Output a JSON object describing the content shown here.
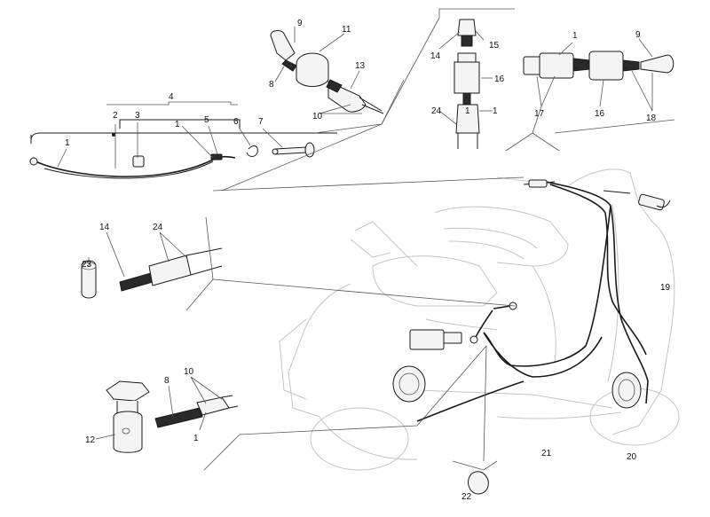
{
  "callouts": [
    {
      "id": "c1a",
      "text": "1"
    },
    {
      "id": "c1b",
      "text": "1"
    },
    {
      "id": "c1c",
      "text": "1"
    },
    {
      "id": "c1d",
      "text": "1"
    },
    {
      "id": "c1e",
      "text": "1"
    },
    {
      "id": "c1f",
      "text": "1"
    },
    {
      "id": "c2",
      "text": "2"
    },
    {
      "id": "c3",
      "text": "3"
    },
    {
      "id": "c4",
      "text": "4"
    },
    {
      "id": "c5",
      "text": "5"
    },
    {
      "id": "c6",
      "text": "6"
    },
    {
      "id": "c7",
      "text": "7"
    },
    {
      "id": "c8a",
      "text": "8"
    },
    {
      "id": "c8b",
      "text": "8"
    },
    {
      "id": "c9a",
      "text": "9"
    },
    {
      "id": "c9b",
      "text": "9"
    },
    {
      "id": "c10a",
      "text": "10"
    },
    {
      "id": "c10b",
      "text": "10"
    },
    {
      "id": "c11",
      "text": "11"
    },
    {
      "id": "c12",
      "text": "12"
    },
    {
      "id": "c13",
      "text": "13"
    },
    {
      "id": "c14a",
      "text": "14"
    },
    {
      "id": "c14b",
      "text": "14"
    },
    {
      "id": "c15",
      "text": "15"
    },
    {
      "id": "c16a",
      "text": "16"
    },
    {
      "id": "c16b",
      "text": "16"
    },
    {
      "id": "c17",
      "text": "17"
    },
    {
      "id": "c18",
      "text": "18"
    },
    {
      "id": "c19",
      "text": "19"
    },
    {
      "id": "c20",
      "text": "20"
    },
    {
      "id": "c21",
      "text": "21"
    },
    {
      "id": "c22",
      "text": "22"
    },
    {
      "id": "c23",
      "text": "23"
    },
    {
      "id": "c24a",
      "text": "24"
    },
    {
      "id": "c24b",
      "text": "24"
    }
  ]
}
